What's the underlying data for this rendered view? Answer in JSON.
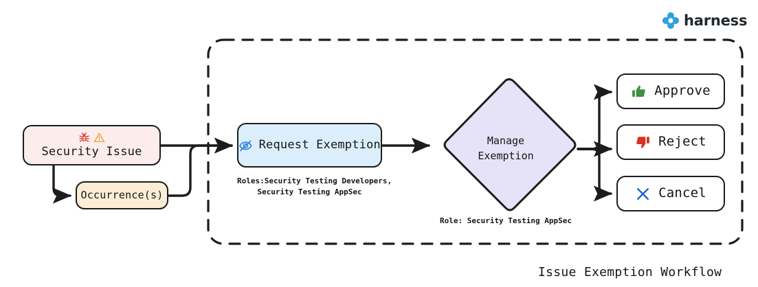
{
  "brand": {
    "name": "harness",
    "logo_icon": "harness-clover-logo-icon",
    "color": "#32a0dc"
  },
  "diagram": {
    "title": "Issue Exemption Workflow",
    "type": "flowchart",
    "boundary": {
      "name": "exemption-workflow-boundary",
      "style": "dashed-rounded-rectangle",
      "color": "#1b1c1d"
    },
    "nodes": [
      {
        "id": "security-issue",
        "label": "Security Issue",
        "shape": "rounded-rect",
        "fill": "#fcecec",
        "icons": [
          "bug-icon",
          "warning-triangle-icon"
        ],
        "inside_boundary": false
      },
      {
        "id": "occurrences",
        "label": "Occurrence(s)",
        "shape": "rounded-rect",
        "fill": "#fdedd6",
        "icons": [],
        "inside_boundary": false
      },
      {
        "id": "request-exemption",
        "label": "Request Exemption",
        "shape": "rounded-rect",
        "fill": "#dceefb",
        "icons": [
          "eye-off-icon"
        ],
        "inside_boundary": true
      },
      {
        "id": "manage-exemption",
        "label_line1": "Manage",
        "label_line2": "Exemption",
        "shape": "diamond",
        "fill": "#e6e2f7",
        "icons": [],
        "inside_boundary": true
      },
      {
        "id": "approve",
        "label": "Approve",
        "shape": "rounded-rect",
        "fill": "#ffffff",
        "icons": [
          "thumbs-up-icon"
        ],
        "icon_color": "#3d9140",
        "inside_boundary": true
      },
      {
        "id": "reject",
        "label": "Reject",
        "shape": "rounded-rect",
        "fill": "#ffffff",
        "icons": [
          "thumbs-down-icon"
        ],
        "icon_color": "#d6341f",
        "inside_boundary": true
      },
      {
        "id": "cancel",
        "label": "Cancel",
        "shape": "rounded-rect",
        "fill": "#ffffff",
        "icons": [
          "close-x-icon"
        ],
        "icon_color": "#1c61d4",
        "inside_boundary": true
      }
    ],
    "captions": [
      {
        "id": "roles-request-exemption",
        "text": "Roles:Security Testing Developers,\nSecurity Testing AppSec"
      },
      {
        "id": "role-manage-exemption",
        "text": "Role: Security Testing AppSec"
      }
    ],
    "edges": [
      {
        "from": "security-issue",
        "to": "request-exemption"
      },
      {
        "from": "security-issue",
        "to": "occurrences"
      },
      {
        "from": "occurrences",
        "to": "request-exemption"
      },
      {
        "from": "request-exemption",
        "to": "manage-exemption"
      },
      {
        "from": "manage-exemption",
        "to": "approve"
      },
      {
        "from": "manage-exemption",
        "to": "reject"
      },
      {
        "from": "manage-exemption",
        "to": "cancel"
      }
    ]
  }
}
